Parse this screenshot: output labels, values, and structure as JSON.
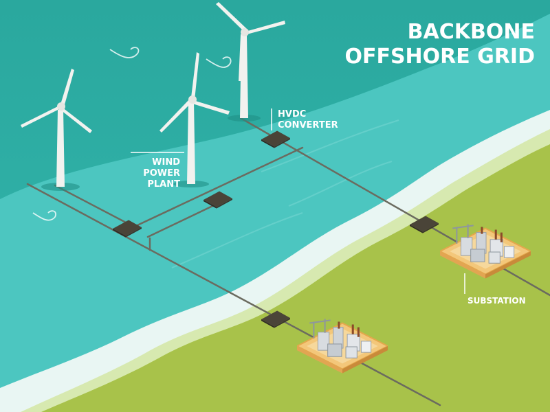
{
  "title": {
    "line1": "BACKBONE",
    "line2": "OFFSHORE GRID"
  },
  "labels": {
    "converter_line1": "HVDC",
    "converter_line2": "CONVERTER",
    "plant_line1": "WIND",
    "plant_line2": "POWER",
    "plant_line3": "PLANT",
    "substation": "SUBSTATION"
  },
  "colors": {
    "deep_sea": "#2aa89e",
    "shallow_sea": "#4cc6c0",
    "surf": "#e9f6f3",
    "sand": "#d7e9b0",
    "land": "#a8c24a",
    "cable": "#6b6b5f",
    "converter_box": "#4a4438",
    "turbine": "#f2f2ef",
    "blade_tip": "#d9403a",
    "substation_base": "#f3c77a",
    "label": "#ffffff"
  },
  "icons": [
    "wind-turbine-icon",
    "hvdc-converter-icon",
    "substation-icon"
  ]
}
